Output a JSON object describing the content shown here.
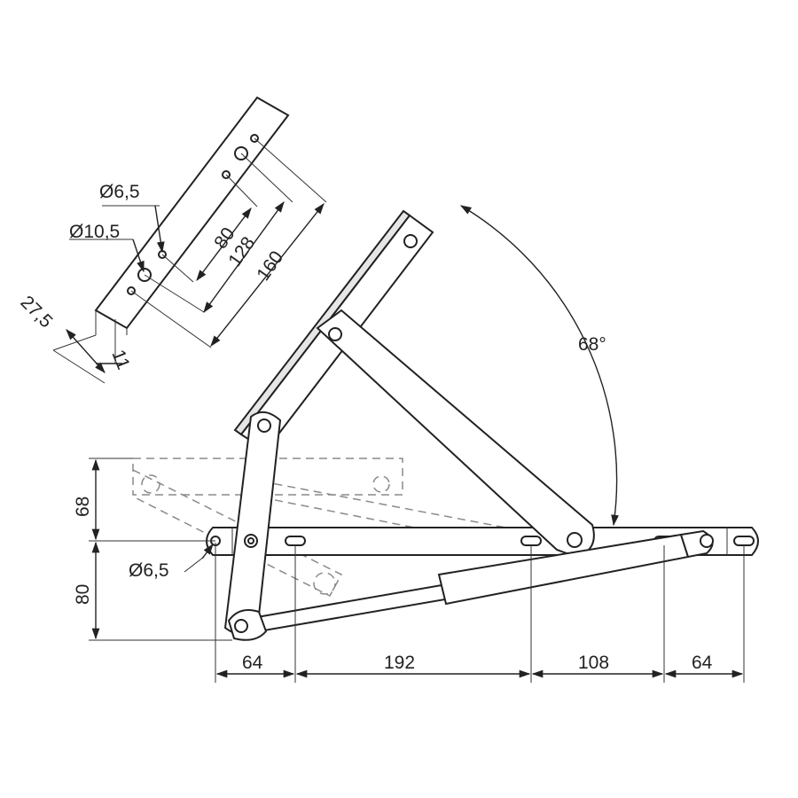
{
  "drawing": {
    "angle_label": "68°",
    "hole_small_label": "Ø6,5",
    "hole_large_label": "Ø10,5",
    "hole_base_label": "Ø6,5",
    "bracket_dims": {
      "d80": "80",
      "d128": "128",
      "d160": "160",
      "d27_5": "27,5",
      "d11": "11"
    },
    "vertical_dims": {
      "d68": "68",
      "d80": "80"
    },
    "horizontal_dims": [
      {
        "label": "64"
      },
      {
        "label": "192"
      },
      {
        "label": "108"
      },
      {
        "label": "64"
      }
    ]
  }
}
